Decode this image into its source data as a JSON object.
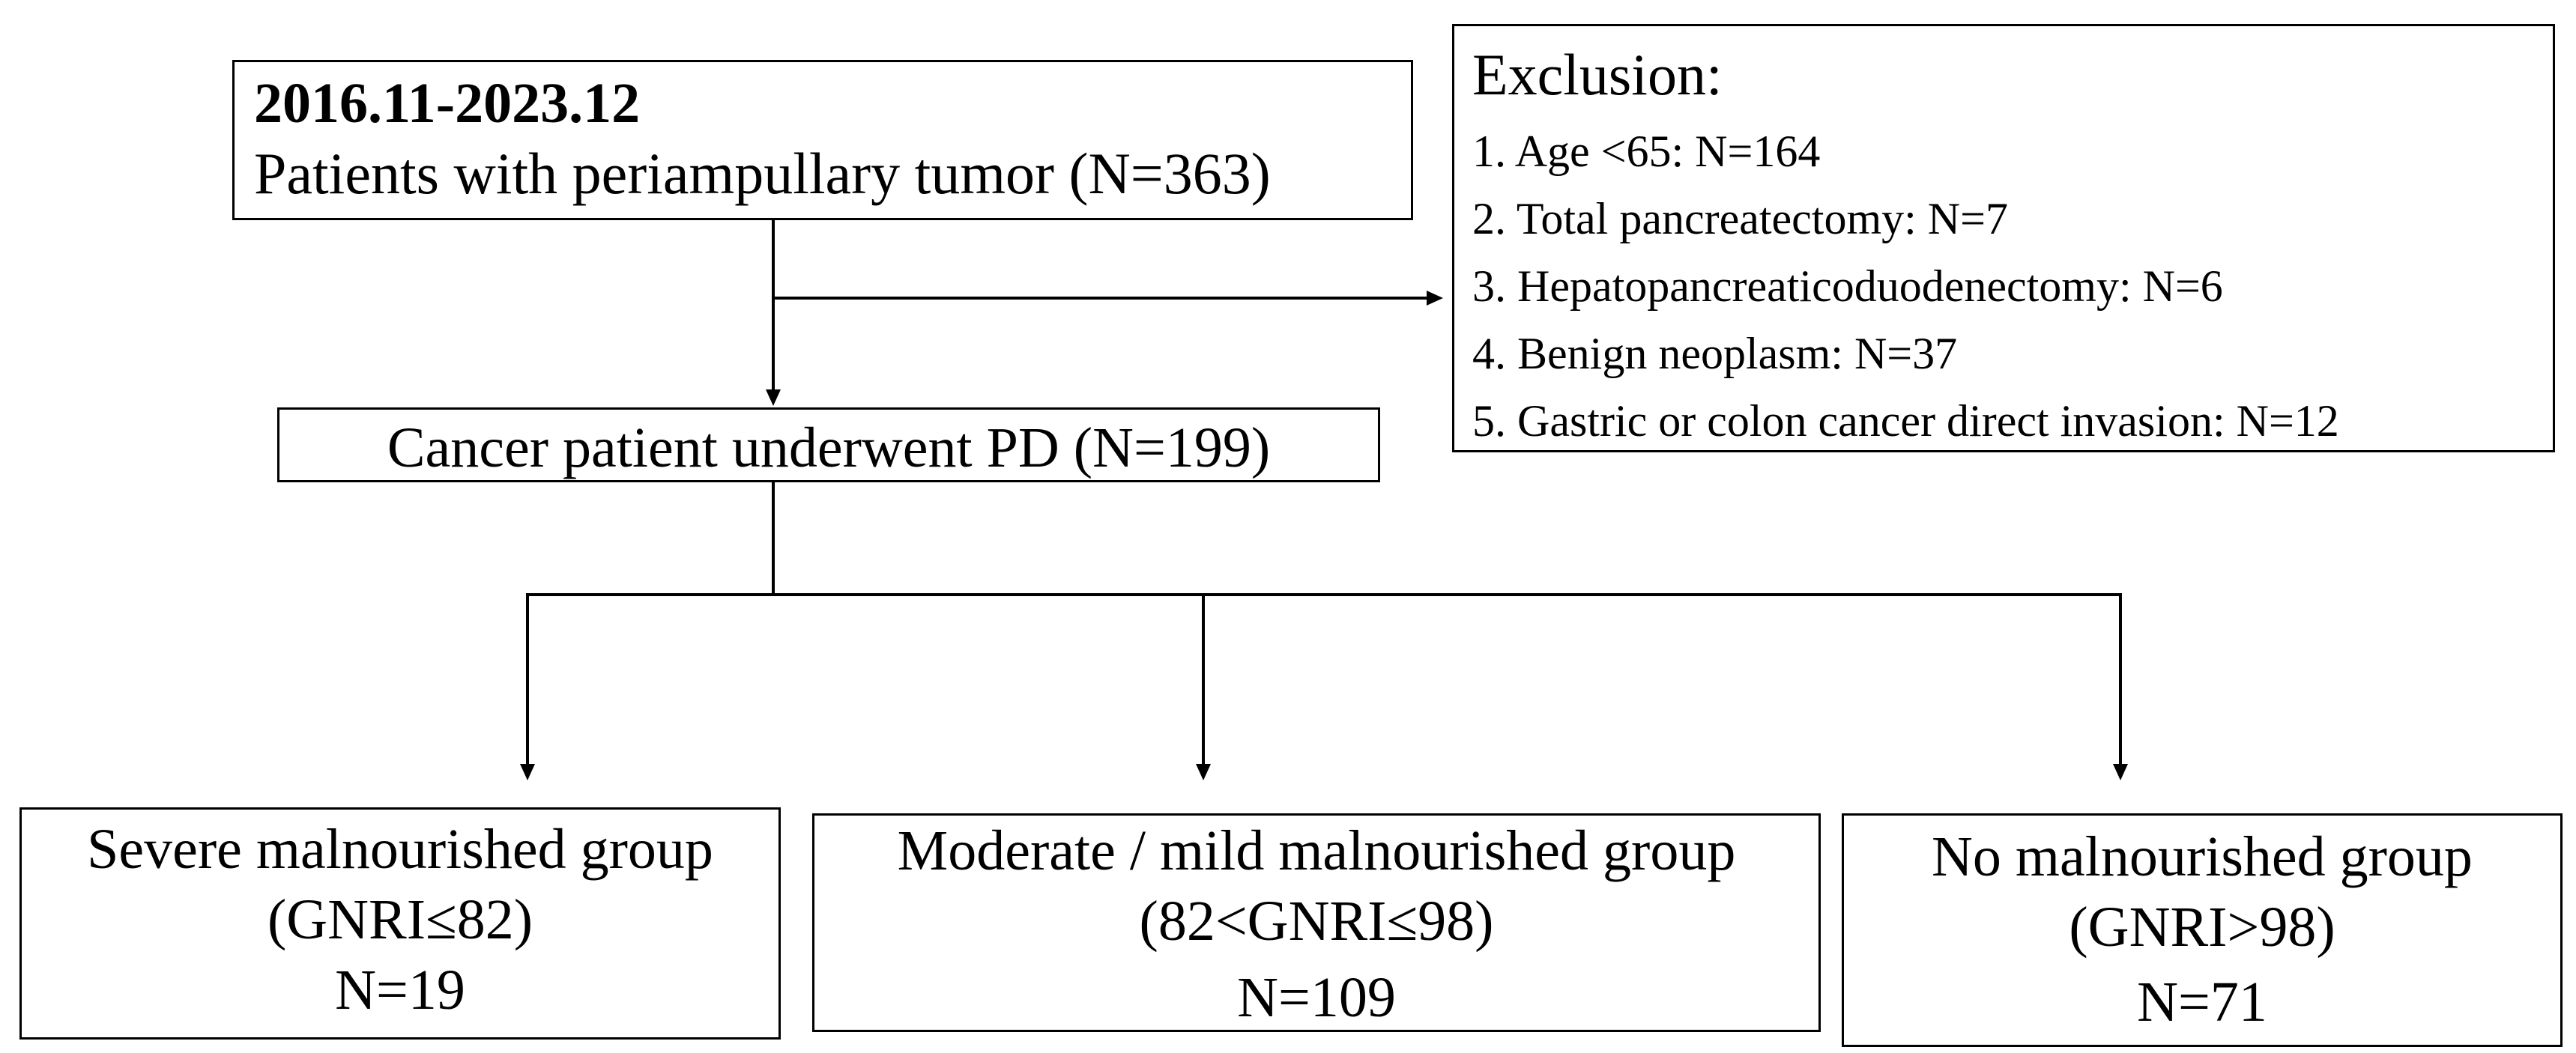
{
  "source_box": {
    "period": "2016.11-2023.12",
    "text": "Patients with periampullary tumor (N=363)"
  },
  "exclusion_box": {
    "title": "Exclusion:",
    "items": [
      "1. Age <65: N=164",
      "2. Total pancreatectomy: N=7",
      "3. Hepatopancreaticoduodenectomy: N=6",
      "4. Benign neoplasm: N=37",
      "5. Gastric or colon cancer direct invasion: N=12"
    ]
  },
  "cohort_box": {
    "text": "Cancer patient underwent PD (N=199)"
  },
  "groups": [
    {
      "name": "Severe malnourished group",
      "criterion": "(GNRI≤82)",
      "count": "N=19"
    },
    {
      "name": "Moderate / mild malnourished group",
      "criterion": "(82<GNRI≤98)",
      "count": "N=109"
    },
    {
      "name": "No malnourished group",
      "criterion": "(GNRI>98)",
      "count": "N=71"
    }
  ]
}
